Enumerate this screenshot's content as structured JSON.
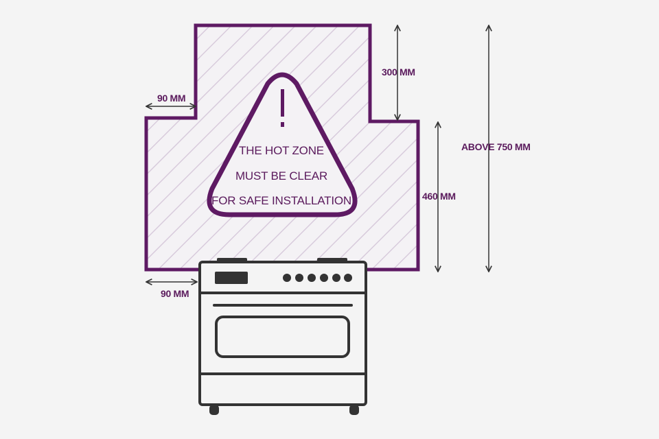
{
  "colors": {
    "accent": "#5e1a63",
    "label": "#5a1a5c",
    "appliance": "#333333",
    "background": "#f4f4f4",
    "hatch": "#d8cbdc"
  },
  "labels": {
    "side_top": "90 MM",
    "side_bottom": "90 MM",
    "top_height": "300 MM",
    "lower_height": "460 MM",
    "total_height": "ABOVE 750 MM"
  },
  "warning": {
    "icon": "exclamation-icon",
    "line1": "THE HOT ZONE",
    "line2": "MUST BE CLEAR",
    "line3": "FOR SAFE INSTALLATION"
  },
  "stove": {
    "icon": "range-cooker-icon",
    "knob_count": 6
  }
}
